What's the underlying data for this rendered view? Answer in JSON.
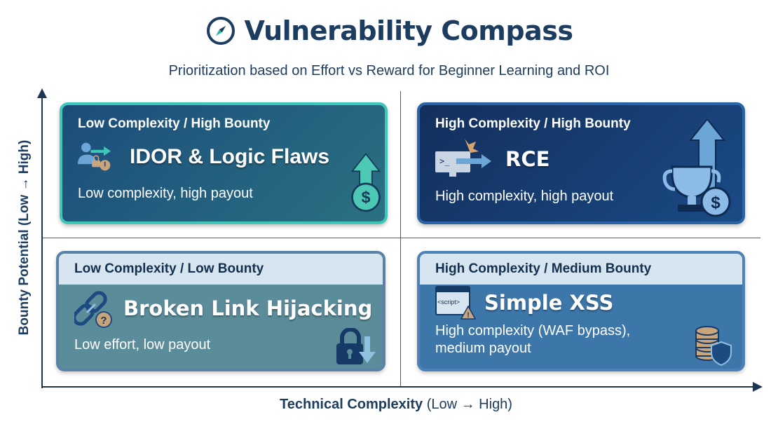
{
  "header": {
    "title": "Vulnerability Compass",
    "subtitle": "Prioritization based on Effort vs Reward for Beginner Learning and ROI",
    "icon": "compass-icon"
  },
  "axes": {
    "y_label": "Bounty Potential (Low → High)",
    "x_label_bold": "Technical Complexity",
    "x_label_rest": " (Low → High)"
  },
  "quadrants": [
    {
      "category": "Low Complexity / High Bounty",
      "name": "IDOR & Logic Flaws",
      "description": "Low complexity, high payout",
      "color": "#1f5d80",
      "border": "#3ec6b8"
    },
    {
      "category": "High Complexity / High Bounty",
      "name": "RCE",
      "description": "High complexity, high payout",
      "color": "#153f73",
      "border": "#2a64a6"
    },
    {
      "category": "Low Complexity / Low Bounty",
      "name": "Broken Link Hijacking",
      "description": "Low effort, low payout",
      "color": "#5b8c99",
      "border": "#5a82a8"
    },
    {
      "category": "High Complexity / Medium Bounty",
      "name": "Simple XSS",
      "description_lines": [
        "High complexity (WAF bypass),",
        "medium payout"
      ],
      "color": "#3d76a8",
      "border": "#4d82b8",
      "script_tag": "<script>"
    }
  ]
}
